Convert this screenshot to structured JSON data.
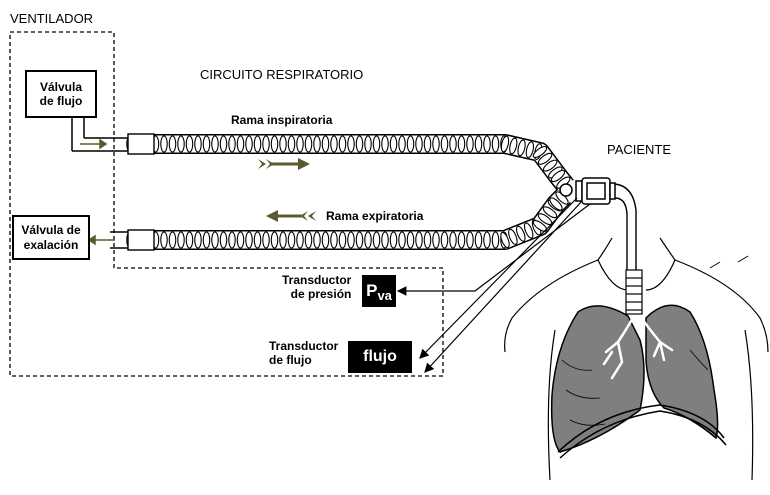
{
  "labels": {
    "ventilator": "VENTILADOR",
    "circuit": "CIRCUITO RESPIRATORIO",
    "patient": "PACIENTE",
    "inspiratory_branch": "Rama inspiratoria",
    "expiratory_branch": "Rama expiratoria",
    "pressure_transducer": [
      "Transductor",
      "de presión"
    ],
    "flow_transducer": [
      "Transductor",
      "de flujo"
    ]
  },
  "boxes": {
    "flow_valve": [
      "Válvula",
      "de flujo"
    ],
    "exhalation_valve": [
      "Válvula de",
      "exalación"
    ]
  },
  "sensors": {
    "pressure": {
      "main": "P",
      "sub": "va"
    },
    "flow": "flujo"
  },
  "colors": {
    "flow_arrow": "#5b5a2e",
    "lung_fill": "#7f7f7f",
    "line": "#000000"
  }
}
